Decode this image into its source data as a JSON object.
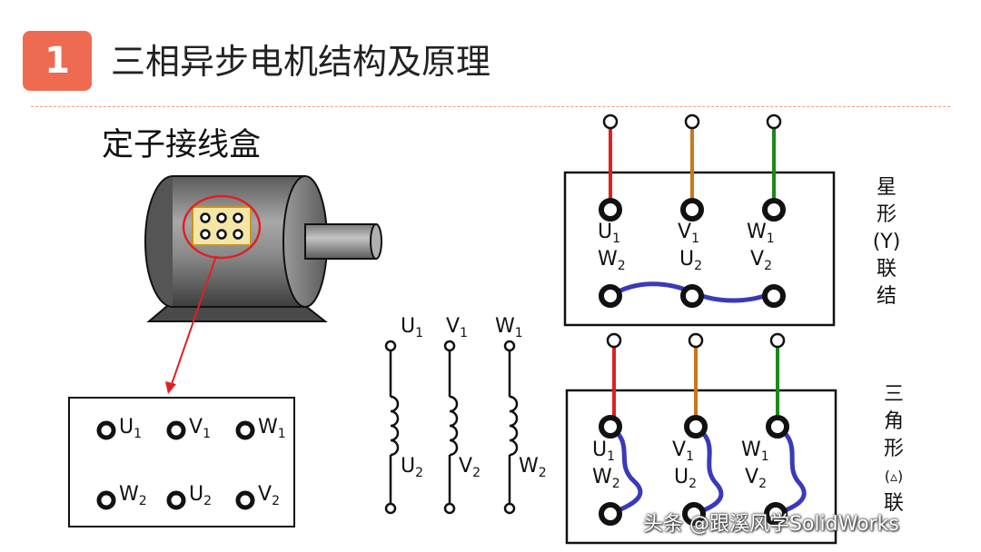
{
  "header": {
    "badge_number": "1",
    "title": "三相异步电机结构及原理",
    "accent_color": "#ee6a50"
  },
  "subtitle": "定子接线盒",
  "terminal_box": {
    "top_row": [
      {
        "letter": "U",
        "sub": "1"
      },
      {
        "letter": "V",
        "sub": "1"
      },
      {
        "letter": "W",
        "sub": "1"
      }
    ],
    "bottom_row": [
      {
        "letter": "W",
        "sub": "2"
      },
      {
        "letter": "U",
        "sub": "2"
      },
      {
        "letter": "V",
        "sub": "2"
      }
    ]
  },
  "windings": [
    {
      "top": {
        "letter": "U",
        "sub": "1"
      },
      "bottom": {
        "letter": "U",
        "sub": "2"
      }
    },
    {
      "top": {
        "letter": "V",
        "sub": "1"
      },
      "bottom": {
        "letter": "V",
        "sub": "2"
      }
    },
    {
      "top": {
        "letter": "W",
        "sub": "1"
      },
      "bottom": {
        "letter": "W",
        "sub": "2"
      }
    }
  ],
  "star": {
    "label_lines": [
      "星",
      "形",
      "(Y)",
      "联",
      "结"
    ],
    "top_labels": [
      {
        "letter": "U",
        "sub": "1"
      },
      {
        "letter": "V",
        "sub": "1"
      },
      {
        "letter": "W",
        "sub": "1"
      }
    ],
    "bottom_labels": [
      {
        "letter": "W",
        "sub": "2"
      },
      {
        "letter": "U",
        "sub": "2"
      },
      {
        "letter": "V",
        "sub": "2"
      }
    ]
  },
  "delta": {
    "label_lines": [
      "三",
      "角",
      "形",
      "(▵)",
      "联"
    ],
    "top_labels": [
      {
        "letter": "U",
        "sub": "1"
      },
      {
        "letter": "V",
        "sub": "1"
      },
      {
        "letter": "W",
        "sub": "1"
      }
    ],
    "bottom_labels": [
      {
        "letter": "W",
        "sub": "2"
      },
      {
        "letter": "U",
        "sub": "2"
      },
      {
        "letter": "V",
        "sub": "2"
      }
    ]
  },
  "wire_colors": {
    "phase1": "#e02020",
    "phase2": "#c8781a",
    "phase3": "#1a8a1a",
    "bridge": "#3a3ab8"
  },
  "watermark": "头条 @跟溪风学SolidWorks"
}
